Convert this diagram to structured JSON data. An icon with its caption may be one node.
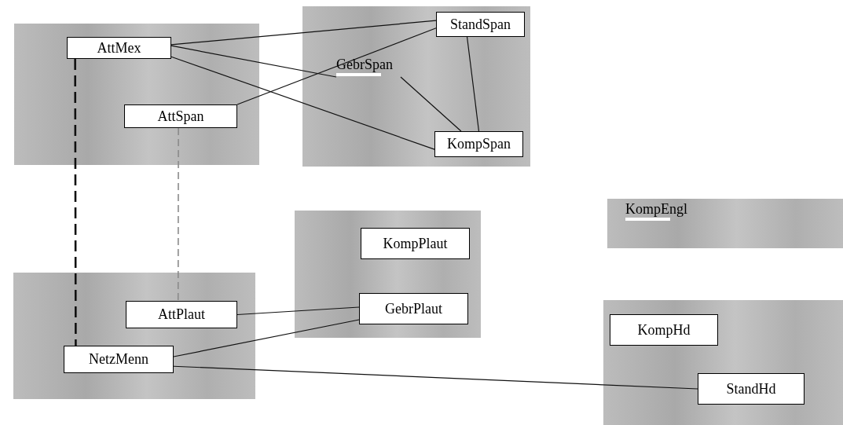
{
  "diagram": {
    "nodes": [
      {
        "text": [],
        "shape": "box"
      },
      {
        "text": [
          "AttMex"
        ],
        "in": 0
      },
      {
        "text": [
          "AttSpan"
        ],
        "in": 0
      },
      {
        "text": [],
        "shape": "box"
      },
      {
        "text": [
          "StandSpan"
        ],
        "in": 3
      },
      {
        "text": [
          "GebrSpan"
        ],
        "in": 3
      },
      {
        "text": [
          "KompSpan"
        ],
        "in": 3
      },
      {
        "text": [],
        "shape": "box"
      },
      {
        "text": [
          "KompPlaut"
        ],
        "in": 7
      },
      {
        "text": [
          "GebrPlaut"
        ],
        "in": 7
      },
      {
        "text": [],
        "shape": "box"
      },
      {
        "text": [
          "AttPlaut"
        ],
        "in": 10
      },
      {
        "text": [
          "NetzMenn"
        ],
        "in": 10
      },
      {
        "text": [],
        "shape": "box"
      },
      {
        "text": [
          "KompEngl"
        ],
        "in": 13
      },
      {
        "text": [],
        "shape": "box"
      },
      {
        "text": [
          "KompHd"
        ],
        "in": 15
      },
      {
        "text": [
          "StandHd"
        ],
        "in": 15
      }
    ],
    "edges": [
      {
        "from": 1,
        "to": 4,
        "arrow": "none"
      },
      {
        "from": 1,
        "to": 5,
        "arrow": "none"
      },
      {
        "from": 5,
        "to": 6,
        "arrow": "none"
      },
      {
        "from": 1,
        "to": 6,
        "arrow": "none"
      },
      {
        "from": 2,
        "to": 4,
        "arrow": "none"
      },
      {
        "from": 4,
        "to": 6,
        "arrow": "none"
      },
      {
        "from": 1,
        "to": 12,
        "arrow": "none",
        "style": "dashed"
      },
      {
        "from": 2,
        "to": 11,
        "arrow": "none",
        "style": "dashed",
        "color": "#8a8a8a"
      },
      {
        "from": 11,
        "to": 9,
        "arrow": "none"
      },
      {
        "from": 12,
        "to": 9,
        "arrow": "none"
      },
      {
        "from": 12,
        "to": 17,
        "arrow": "none"
      }
    ]
  }
}
